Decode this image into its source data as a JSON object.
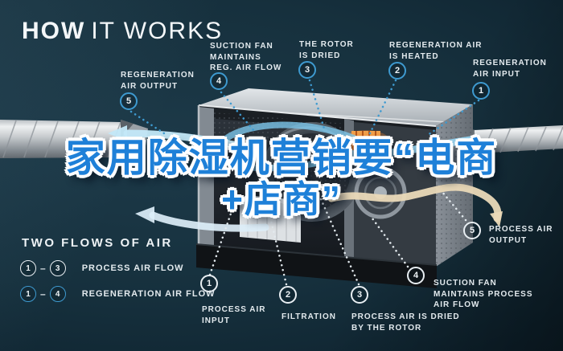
{
  "title": {
    "bold": "HOW",
    "light": "IT WORKS"
  },
  "headline": {
    "line1": "家用除湿机营销要“电商",
    "line2": "+店商”"
  },
  "regeneration_labels": [
    {
      "num": "5",
      "text": "REGENERATION\nAIR OUTPUT"
    },
    {
      "num": "4",
      "text": "SUCTION FAN\nMAINTAINS\nREG. AIR FLOW"
    },
    {
      "num": "3",
      "text": "THE ROTOR\nIS DRIED"
    },
    {
      "num": "2",
      "text": "REGENERATION AIR\nIS HEATED"
    },
    {
      "num": "1",
      "text": "REGENERATION\nAIR INPUT"
    }
  ],
  "process_labels": [
    {
      "num": "1",
      "text": "PROCESS AIR\nINPUT"
    },
    {
      "num": "2",
      "text": "FILTRATION"
    },
    {
      "num": "3",
      "text": "PROCESS AIR IS DRIED\nBY THE ROTOR"
    },
    {
      "num": "4",
      "text": "SUCTION FAN\nMAINTAINS PROCESS\nAIR FLOW"
    },
    {
      "num": "5",
      "text": "PROCESS AIR\nOUTPUT"
    }
  ],
  "legend": {
    "title": "TWO FLOWS OF AIR",
    "dash": "–",
    "rows": [
      {
        "from": "1",
        "to": "3",
        "label": "PROCESS AIR FLOW"
      },
      {
        "from": "1",
        "to": "4",
        "label": "REGENERATION AIR FLOW"
      }
    ]
  },
  "colors": {
    "background_dark": "#14242F",
    "accent_blue": "#3E9AD0",
    "headline_blue": "#1E80D8",
    "ribbon_cyan": "#93D4F2",
    "ribbon_cream": "#EAD9B8",
    "label_text": "#E3EAEE"
  }
}
